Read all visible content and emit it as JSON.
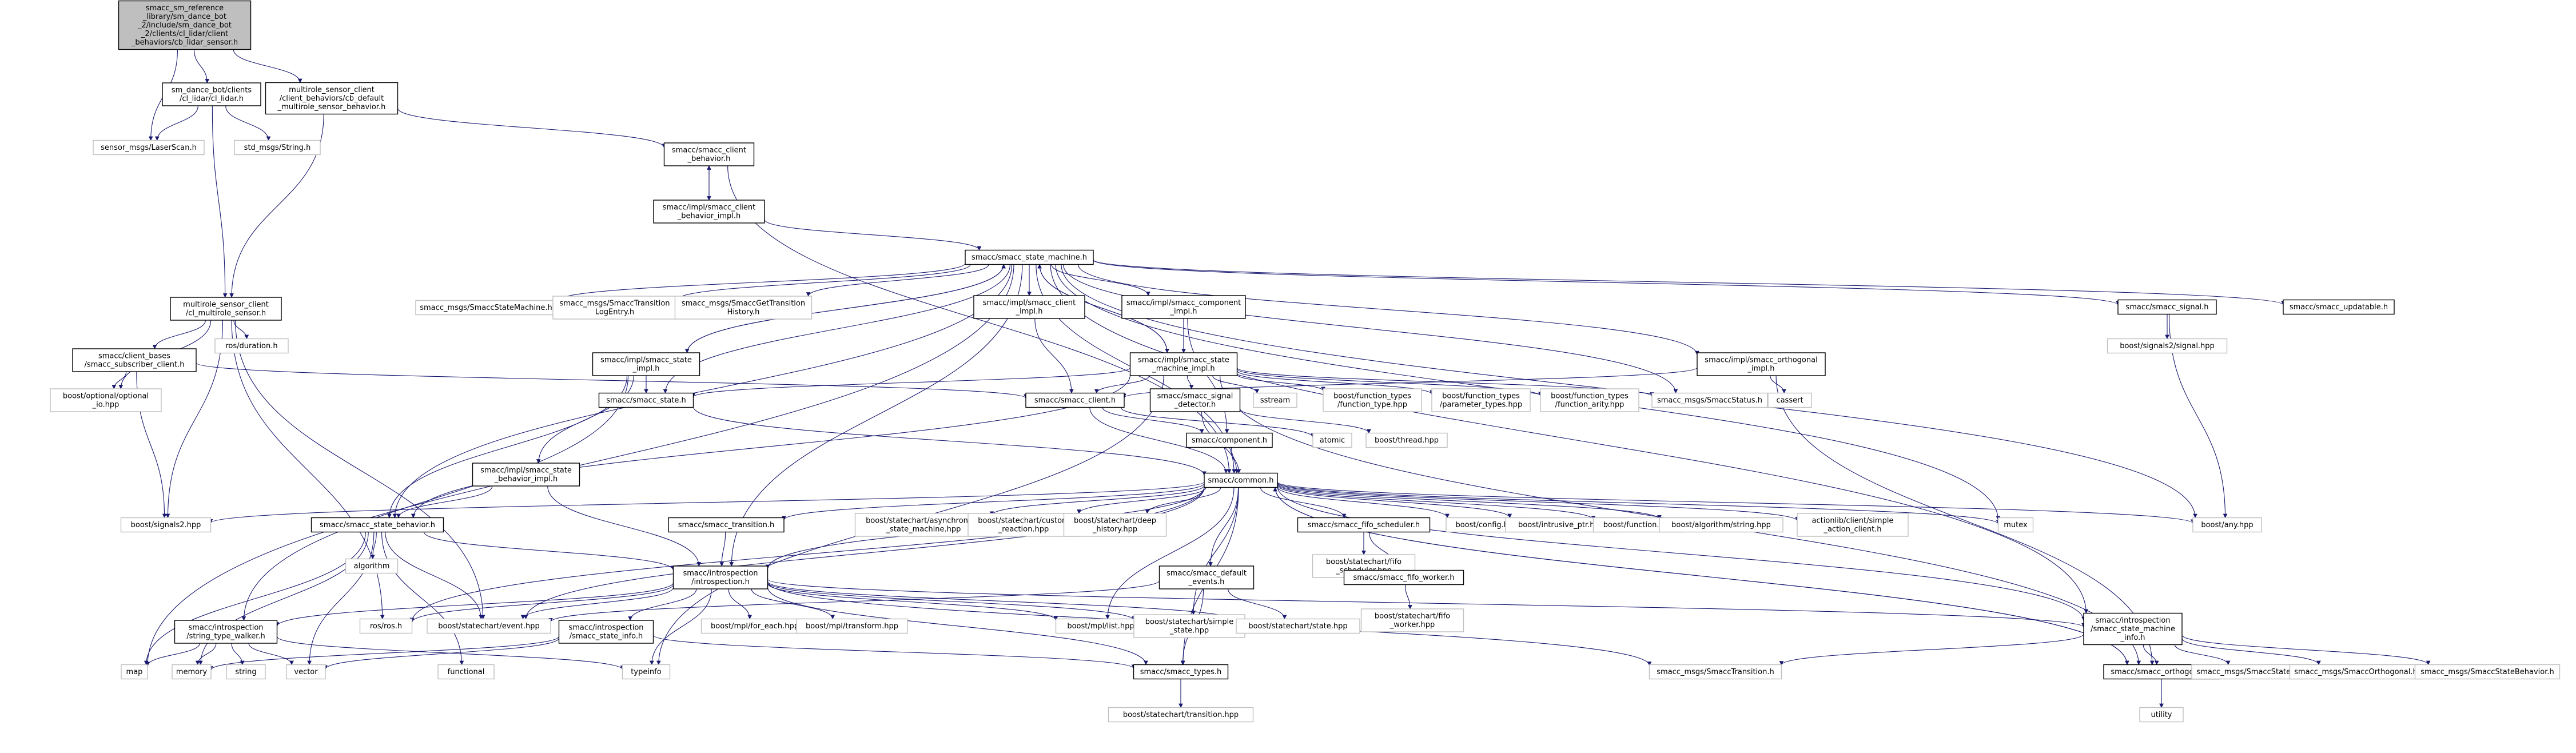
{
  "colors": {
    "edge": "#191970",
    "border": "#000000",
    "root_fill": "#bfbfbf",
    "node_fill": "#ffffff",
    "external_border": "#bfbfbf"
  },
  "nodes": [
    {
      "id": "root",
      "lines": [
        "smacc_sm_reference",
        "_library/sm_dance_bot",
        "_2/include/sm_dance_bot",
        "_2/clients/cl_lidar/client",
        "_behaviors/cb_lidar_sensor.h"
      ],
      "kind": "root"
    },
    {
      "id": "cl_lidar",
      "lines": [
        "sm_dance_bot/clients",
        "/cl_lidar/cl_lidar.h"
      ],
      "kind": "local"
    },
    {
      "id": "multirole_cb_default",
      "lines": [
        "multirole_sensor_client",
        "/client_behaviors/cb_default",
        "_multirole_sensor_behavior.h"
      ],
      "kind": "local"
    },
    {
      "id": "laserscan",
      "lines": [
        "sensor_msgs/LaserScan.h"
      ],
      "kind": "external"
    },
    {
      "id": "std_string",
      "lines": [
        "std_msgs/String.h"
      ],
      "kind": "external"
    },
    {
      "id": "smacc_client_behavior",
      "lines": [
        "smacc/smacc_client",
        "_behavior.h"
      ],
      "kind": "local"
    },
    {
      "id": "client_behavior_impl",
      "lines": [
        "smacc/impl/smacc_client",
        "_behavior_impl.h"
      ],
      "kind": "local"
    },
    {
      "id": "state_machine",
      "lines": [
        "smacc/smacc_state_machine.h"
      ],
      "kind": "local"
    },
    {
      "id": "cl_multirole",
      "lines": [
        "multirole_sensor_client",
        "/cl_multirole_sensor.h"
      ],
      "kind": "local"
    },
    {
      "id": "msg_statemachine",
      "lines": [
        "smacc_msgs/SmaccStateMachine.h"
      ],
      "kind": "external"
    },
    {
      "id": "msg_translog",
      "lines": [
        "smacc_msgs/SmaccTransition",
        "LogEntry.h"
      ],
      "kind": "external"
    },
    {
      "id": "msg_gettrans",
      "lines": [
        "smacc_msgs/SmaccGetTransition",
        "History.h"
      ],
      "kind": "external"
    },
    {
      "id": "client_impl",
      "lines": [
        "smacc/impl/smacc_client",
        "_impl.h"
      ],
      "kind": "local"
    },
    {
      "id": "component_impl",
      "lines": [
        "smacc/impl/smacc_component",
        "_impl.h"
      ],
      "kind": "local"
    },
    {
      "id": "smacc_signal",
      "lines": [
        "smacc/smacc_signal.h"
      ],
      "kind": "local"
    },
    {
      "id": "smacc_updatable",
      "lines": [
        "smacc/smacc_updatable.h"
      ],
      "kind": "local"
    },
    {
      "id": "ros_duration",
      "lines": [
        "ros/duration.h"
      ],
      "kind": "external"
    },
    {
      "id": "client_bases",
      "lines": [
        "smacc/client_bases",
        "/smacc_subscriber_client.h"
      ],
      "kind": "local"
    },
    {
      "id": "boost_optional",
      "lines": [
        "boost/optional/optional",
        "_io.hpp"
      ],
      "kind": "external"
    },
    {
      "id": "state_impl",
      "lines": [
        "smacc/impl/smacc_state",
        "_impl.h"
      ],
      "kind": "local"
    },
    {
      "id": "state_machine_impl",
      "lines": [
        "smacc/impl/smacc_state",
        "_machine_impl.h"
      ],
      "kind": "local"
    },
    {
      "id": "orthogonal_impl",
      "lines": [
        "smacc/impl/smacc_orthogonal",
        "_impl.h"
      ],
      "kind": "local"
    },
    {
      "id": "boost_signals2_signal",
      "lines": [
        "boost/signals2/signal.hpp"
      ],
      "kind": "external"
    },
    {
      "id": "smacc_state",
      "lines": [
        "smacc/smacc_state.h"
      ],
      "kind": "local"
    },
    {
      "id": "smacc_client",
      "lines": [
        "smacc/smacc_client.h"
      ],
      "kind": "local"
    },
    {
      "id": "signal_detector",
      "lines": [
        "smacc/smacc_signal",
        "_detector.h"
      ],
      "kind": "local"
    },
    {
      "id": "sstream",
      "lines": [
        "sstream"
      ],
      "kind": "external"
    },
    {
      "id": "ft_function_type",
      "lines": [
        "boost/function_types",
        "/function_type.hpp"
      ],
      "kind": "external"
    },
    {
      "id": "ft_param_types",
      "lines": [
        "boost/function_types",
        "/parameter_types.hpp"
      ],
      "kind": "external"
    },
    {
      "id": "ft_function_arity",
      "lines": [
        "boost/function_types",
        "/function_arity.hpp"
      ],
      "kind": "external"
    },
    {
      "id": "msg_status",
      "lines": [
        "smacc_msgs/SmaccStatus.h"
      ],
      "kind": "external"
    },
    {
      "id": "cassert",
      "lines": [
        "cassert"
      ],
      "kind": "external"
    },
    {
      "id": "smacc_component",
      "lines": [
        "smacc/component.h"
      ],
      "kind": "local"
    },
    {
      "id": "atomic",
      "lines": [
        "atomic"
      ],
      "kind": "external"
    },
    {
      "id": "boost_thread",
      "lines": [
        "boost/thread.hpp"
      ],
      "kind": "external"
    },
    {
      "id": "state_behavior_impl",
      "lines": [
        "smacc/impl/smacc_state",
        "_behavior_impl.h"
      ],
      "kind": "local"
    },
    {
      "id": "common",
      "lines": [
        "smacc/common.h"
      ],
      "kind": "local"
    },
    {
      "id": "boost_signals2",
      "lines": [
        "boost/signals2.hpp"
      ],
      "kind": "external"
    },
    {
      "id": "smacc_state_behavior",
      "lines": [
        "smacc/smacc_state_behavior.h"
      ],
      "kind": "local"
    },
    {
      "id": "smacc_transition",
      "lines": [
        "smacc/smacc_transition.h"
      ],
      "kind": "local"
    },
    {
      "id": "sc_asynchronous",
      "lines": [
        "boost/statechart/asynchronous",
        "_state_machine.hpp"
      ],
      "kind": "external"
    },
    {
      "id": "sc_custom_reaction",
      "lines": [
        "boost/statechart/custom",
        "_reaction.hpp"
      ],
      "kind": "external"
    },
    {
      "id": "sc_deep_history",
      "lines": [
        "boost/statechart/deep",
        "_history.hpp"
      ],
      "kind": "external"
    },
    {
      "id": "fifo_scheduler",
      "lines": [
        "smacc/smacc_fifo_scheduler.h"
      ],
      "kind": "local"
    },
    {
      "id": "boost_config",
      "lines": [
        "boost/config.hpp"
      ],
      "kind": "external"
    },
    {
      "id": "intrusive_ptr",
      "lines": [
        "boost/intrusive_ptr.hpp"
      ],
      "kind": "external"
    },
    {
      "id": "boost_function",
      "lines": [
        "boost/function.hpp"
      ],
      "kind": "external"
    },
    {
      "id": "boost_alg_string",
      "lines": [
        "boost/algorithm/string.hpp"
      ],
      "kind": "external"
    },
    {
      "id": "actionlib_simple",
      "lines": [
        "actionlib/client/simple",
        "_action_client.h"
      ],
      "kind": "external"
    },
    {
      "id": "mutex",
      "lines": [
        "mutex"
      ],
      "kind": "external"
    },
    {
      "id": "boost_any",
      "lines": [
        "boost/any.hpp"
      ],
      "kind": "external"
    },
    {
      "id": "algorithm",
      "lines": [
        "algorithm"
      ],
      "kind": "external"
    },
    {
      "id": "sc_fifo_scheduler",
      "lines": [
        "boost/statechart/fifo",
        "_scheduler.hpp"
      ],
      "kind": "external"
    },
    {
      "id": "fifo_worker",
      "lines": [
        "smacc/smacc_fifo_worker.h"
      ],
      "kind": "local"
    },
    {
      "id": "introspection",
      "lines": [
        "smacc/introspection",
        "/introspection.h"
      ],
      "kind": "local"
    },
    {
      "id": "default_events",
      "lines": [
        "smacc/smacc_default",
        "_events.h"
      ],
      "kind": "local"
    },
    {
      "id": "sc_fifo_worker",
      "lines": [
        "boost/statechart/fifo",
        "_worker.hpp"
      ],
      "kind": "external"
    },
    {
      "id": "string_type_walker",
      "lines": [
        "smacc/introspection",
        "/string_type_walker.h"
      ],
      "kind": "local"
    },
    {
      "id": "ros_ros",
      "lines": [
        "ros/ros.h"
      ],
      "kind": "external"
    },
    {
      "id": "sc_event",
      "lines": [
        "boost/statechart/event.hpp"
      ],
      "kind": "external"
    },
    {
      "id": "state_info",
      "lines": [
        "smacc/introspection",
        "/smacc_state_info.h"
      ],
      "kind": "local"
    },
    {
      "id": "mpl_for_each",
      "lines": [
        "boost/mpl/for_each.hpp"
      ],
      "kind": "external"
    },
    {
      "id": "mpl_transform",
      "lines": [
        "boost/mpl/transform.hpp"
      ],
      "kind": "external"
    },
    {
      "id": "mpl_list",
      "lines": [
        "boost/mpl/list.hpp"
      ],
      "kind": "external"
    },
    {
      "id": "sc_simple_state",
      "lines": [
        "boost/statechart/simple",
        "_state.hpp"
      ],
      "kind": "external"
    },
    {
      "id": "sc_state",
      "lines": [
        "boost/statechart/state.hpp"
      ],
      "kind": "external"
    },
    {
      "id": "sm_info",
      "lines": [
        "smacc/introspection",
        "/smacc_state_machine",
        "_info.h"
      ],
      "kind": "local"
    },
    {
      "id": "map",
      "lines": [
        "map"
      ],
      "kind": "external"
    },
    {
      "id": "memory",
      "lines": [
        "memory"
      ],
      "kind": "external"
    },
    {
      "id": "string",
      "lines": [
        "string"
      ],
      "kind": "external"
    },
    {
      "id": "vector",
      "lines": [
        "vector"
      ],
      "kind": "external"
    },
    {
      "id": "functional",
      "lines": [
        "functional"
      ],
      "kind": "external"
    },
    {
      "id": "typeinfo",
      "lines": [
        "typeinfo"
      ],
      "kind": "external"
    },
    {
      "id": "smacc_types",
      "lines": [
        "smacc/smacc_types.h"
      ],
      "kind": "local"
    },
    {
      "id": "msg_transition",
      "lines": [
        "smacc_msgs/SmaccTransition.h"
      ],
      "kind": "external"
    },
    {
      "id": "smacc_orthogonal",
      "lines": [
        "smacc/smacc_orthogonal.h"
      ],
      "kind": "local"
    },
    {
      "id": "msg_smaccstate",
      "lines": [
        "smacc_msgs/SmaccState.h"
      ],
      "kind": "external"
    },
    {
      "id": "msg_orthogonal",
      "lines": [
        "smacc_msgs/SmaccOrthogonal.h"
      ],
      "kind": "external"
    },
    {
      "id": "msg_statebehavior",
      "lines": [
        "smacc_msgs/SmaccStateBehavior.h"
      ],
      "kind": "external"
    },
    {
      "id": "sc_transition",
      "lines": [
        "boost/statechart/transition.hpp"
      ],
      "kind": "external"
    },
    {
      "id": "utility",
      "lines": [
        "utility"
      ],
      "kind": "external"
    }
  ],
  "edges": [
    [
      "root",
      "cl_lidar"
    ],
    [
      "root",
      "multirole_cb_default"
    ],
    [
      "root",
      "laserscan"
    ],
    [
      "cl_lidar",
      "laserscan"
    ],
    [
      "cl_lidar",
      "std_string"
    ],
    [
      "cl_lidar",
      "cl_multirole"
    ],
    [
      "multirole_cb_default",
      "cl_multirole"
    ],
    [
      "multirole_cb_default",
      "smacc_client_behavior"
    ],
    [
      "smacc_client_behavior",
      "client_behavior_impl"
    ],
    [
      "client_behavior_impl",
      "smacc_client_behavior"
    ],
    [
      "smacc_client_behavior",
      "common"
    ],
    [
      "client_behavior_impl",
      "state_machine"
    ],
    [
      "state_machine",
      "msg_statemachine"
    ],
    [
      "state_machine",
      "msg_translog"
    ],
    [
      "state_machine",
      "msg_gettrans"
    ],
    [
      "state_machine",
      "client_impl"
    ],
    [
      "state_machine",
      "component_impl"
    ],
    [
      "state_machine",
      "smacc_signal"
    ],
    [
      "state_machine",
      "smacc_updatable"
    ],
    [
      "state_machine",
      "state_impl"
    ],
    [
      "state_machine",
      "state_machine_impl"
    ],
    [
      "state_machine",
      "orthogonal_impl"
    ],
    [
      "state_machine",
      "smacc_state"
    ],
    [
      "state_machine",
      "common"
    ],
    [
      "state_machine",
      "msg_status"
    ],
    [
      "state_machine",
      "map"
    ],
    [
      "state_machine",
      "mutex"
    ],
    [
      "state_machine",
      "boost_any"
    ],
    [
      "state_machine",
      "smacc_state_behavior"
    ],
    [
      "state_machine",
      "introspection"
    ],
    [
      "state_machine",
      "sm_info"
    ],
    [
      "cl_multirole",
      "ros_duration"
    ],
    [
      "cl_multirole",
      "client_bases"
    ],
    [
      "cl_multirole",
      "boost_optional"
    ],
    [
      "cl_multirole",
      "boost_signals2"
    ],
    [
      "cl_multirole",
      "ros_ros"
    ],
    [
      "cl_multirole",
      "sc_event"
    ],
    [
      "client_bases",
      "boost_optional"
    ],
    [
      "client_bases",
      "smacc_client"
    ],
    [
      "client_bases",
      "boost_signals2"
    ],
    [
      "client_impl",
      "smacc_client"
    ],
    [
      "component_impl",
      "state_machine_impl"
    ],
    [
      "component_impl",
      "smacc_component"
    ],
    [
      "smacc_signal",
      "boost_signals2_signal"
    ],
    [
      "smacc_signal",
      "boost_any"
    ],
    [
      "state_impl",
      "state_machine"
    ],
    [
      "state_impl",
      "smacc_state"
    ],
    [
      "state_impl",
      "state_behavior_impl"
    ],
    [
      "state_impl",
      "smacc_state_behavior"
    ],
    [
      "state_impl",
      "string_type_walker"
    ],
    [
      "state_machine_impl",
      "state_machine"
    ],
    [
      "state_machine_impl",
      "smacc_state"
    ],
    [
      "state_machine_impl",
      "smacc_client"
    ],
    [
      "state_machine_impl",
      "signal_detector"
    ],
    [
      "state_machine_impl",
      "sstream"
    ],
    [
      "state_machine_impl",
      "ft_function_type"
    ],
    [
      "state_machine_impl",
      "ft_param_types"
    ],
    [
      "state_machine_impl",
      "ft_function_arity"
    ],
    [
      "state_machine_impl",
      "msg_status"
    ],
    [
      "state_machine_impl",
      "smacc_orthogonal"
    ],
    [
      "state_machine_impl",
      "smacc_state_behavior"
    ],
    [
      "state_machine_impl",
      "typeinfo"
    ],
    [
      "orthogonal_impl",
      "smacc_client"
    ],
    [
      "orthogonal_impl",
      "cassert"
    ],
    [
      "orthogonal_impl",
      "smacc_orthogonal"
    ],
    [
      "smacc_state",
      "common"
    ],
    [
      "smacc_client",
      "smacc_component"
    ],
    [
      "smacc_client",
      "common"
    ],
    [
      "smacc_client",
      "atomic"
    ],
    [
      "signal_detector",
      "boost_thread"
    ],
    [
      "signal_detector",
      "common"
    ],
    [
      "smacc_component",
      "common"
    ],
    [
      "state_behavior_impl",
      "smacc_state_behavior"
    ],
    [
      "state_behavior_impl",
      "introspection"
    ],
    [
      "common",
      "boost_signals2"
    ],
    [
      "common",
      "smacc_transition"
    ],
    [
      "common",
      "sc_asynchronous"
    ],
    [
      "common",
      "sc_custom_reaction"
    ],
    [
      "common",
      "sc_deep_history"
    ],
    [
      "common",
      "fifo_scheduler"
    ],
    [
      "common",
      "boost_config"
    ],
    [
      "common",
      "intrusive_ptr"
    ],
    [
      "common",
      "boost_function"
    ],
    [
      "common",
      "boost_alg_string"
    ],
    [
      "common",
      "actionlib_simple"
    ],
    [
      "common",
      "mutex"
    ],
    [
      "common",
      "boost_any"
    ],
    [
      "common",
      "default_events"
    ],
    [
      "common",
      "introspection"
    ],
    [
      "common",
      "smacc_types"
    ],
    [
      "common",
      "sc_event"
    ],
    [
      "common",
      "sm_info"
    ],
    [
      "common",
      "ros_ros"
    ],
    [
      "common",
      "mpl_list"
    ],
    [
      "common",
      "sc_simple_state"
    ],
    [
      "common",
      "smacc_orthogonal"
    ],
    [
      "smacc_state_behavior",
      "algorithm"
    ],
    [
      "smacc_state_behavior",
      "introspection"
    ],
    [
      "smacc_state_behavior",
      "sc_event"
    ],
    [
      "smacc_state_behavior",
      "map"
    ],
    [
      "smacc_state_behavior",
      "memory"
    ],
    [
      "smacc_state_behavior",
      "vector"
    ],
    [
      "smacc_state_behavior",
      "functional"
    ],
    [
      "smacc_transition",
      "introspection"
    ],
    [
      "fifo_scheduler",
      "sc_fifo_scheduler"
    ],
    [
      "fifo_scheduler",
      "fifo_worker"
    ],
    [
      "fifo_worker",
      "sc_fifo_worker"
    ],
    [
      "introspection",
      "string_type_walker"
    ],
    [
      "introspection",
      "ros_ros"
    ],
    [
      "introspection",
      "sc_event"
    ],
    [
      "introspection",
      "state_info"
    ],
    [
      "introspection",
      "mpl_for_each"
    ],
    [
      "introspection",
      "mpl_transform"
    ],
    [
      "introspection",
      "mpl_list"
    ],
    [
      "introspection",
      "sc_simple_state"
    ],
    [
      "introspection",
      "sc_state"
    ],
    [
      "introspection",
      "sm_info"
    ],
    [
      "introspection",
      "typeinfo"
    ],
    [
      "introspection",
      "smacc_types"
    ],
    [
      "introspection",
      "msg_transition"
    ],
    [
      "default_events",
      "sc_event"
    ],
    [
      "default_events",
      "sc_state"
    ],
    [
      "default_events",
      "smacc_types"
    ],
    [
      "string_type_walker",
      "map"
    ],
    [
      "string_type_walker",
      "memory"
    ],
    [
      "string_type_walker",
      "string"
    ],
    [
      "string_type_walker",
      "vector"
    ],
    [
      "string_type_walker",
      "typeinfo"
    ],
    [
      "state_info",
      "memory"
    ],
    [
      "state_info",
      "vector"
    ],
    [
      "state_info",
      "smacc_types"
    ],
    [
      "sm_info",
      "smacc_orthogonal"
    ],
    [
      "sm_info",
      "msg_smaccstate"
    ],
    [
      "sm_info",
      "msg_orthogonal"
    ],
    [
      "sm_info",
      "msg_statebehavior"
    ],
    [
      "sm_info",
      "msg_transition"
    ],
    [
      "smacc_types",
      "sc_transition"
    ],
    [
      "smacc_orthogonal",
      "utility"
    ],
    [
      "smacc_orthogonal",
      "common"
    ]
  ]
}
